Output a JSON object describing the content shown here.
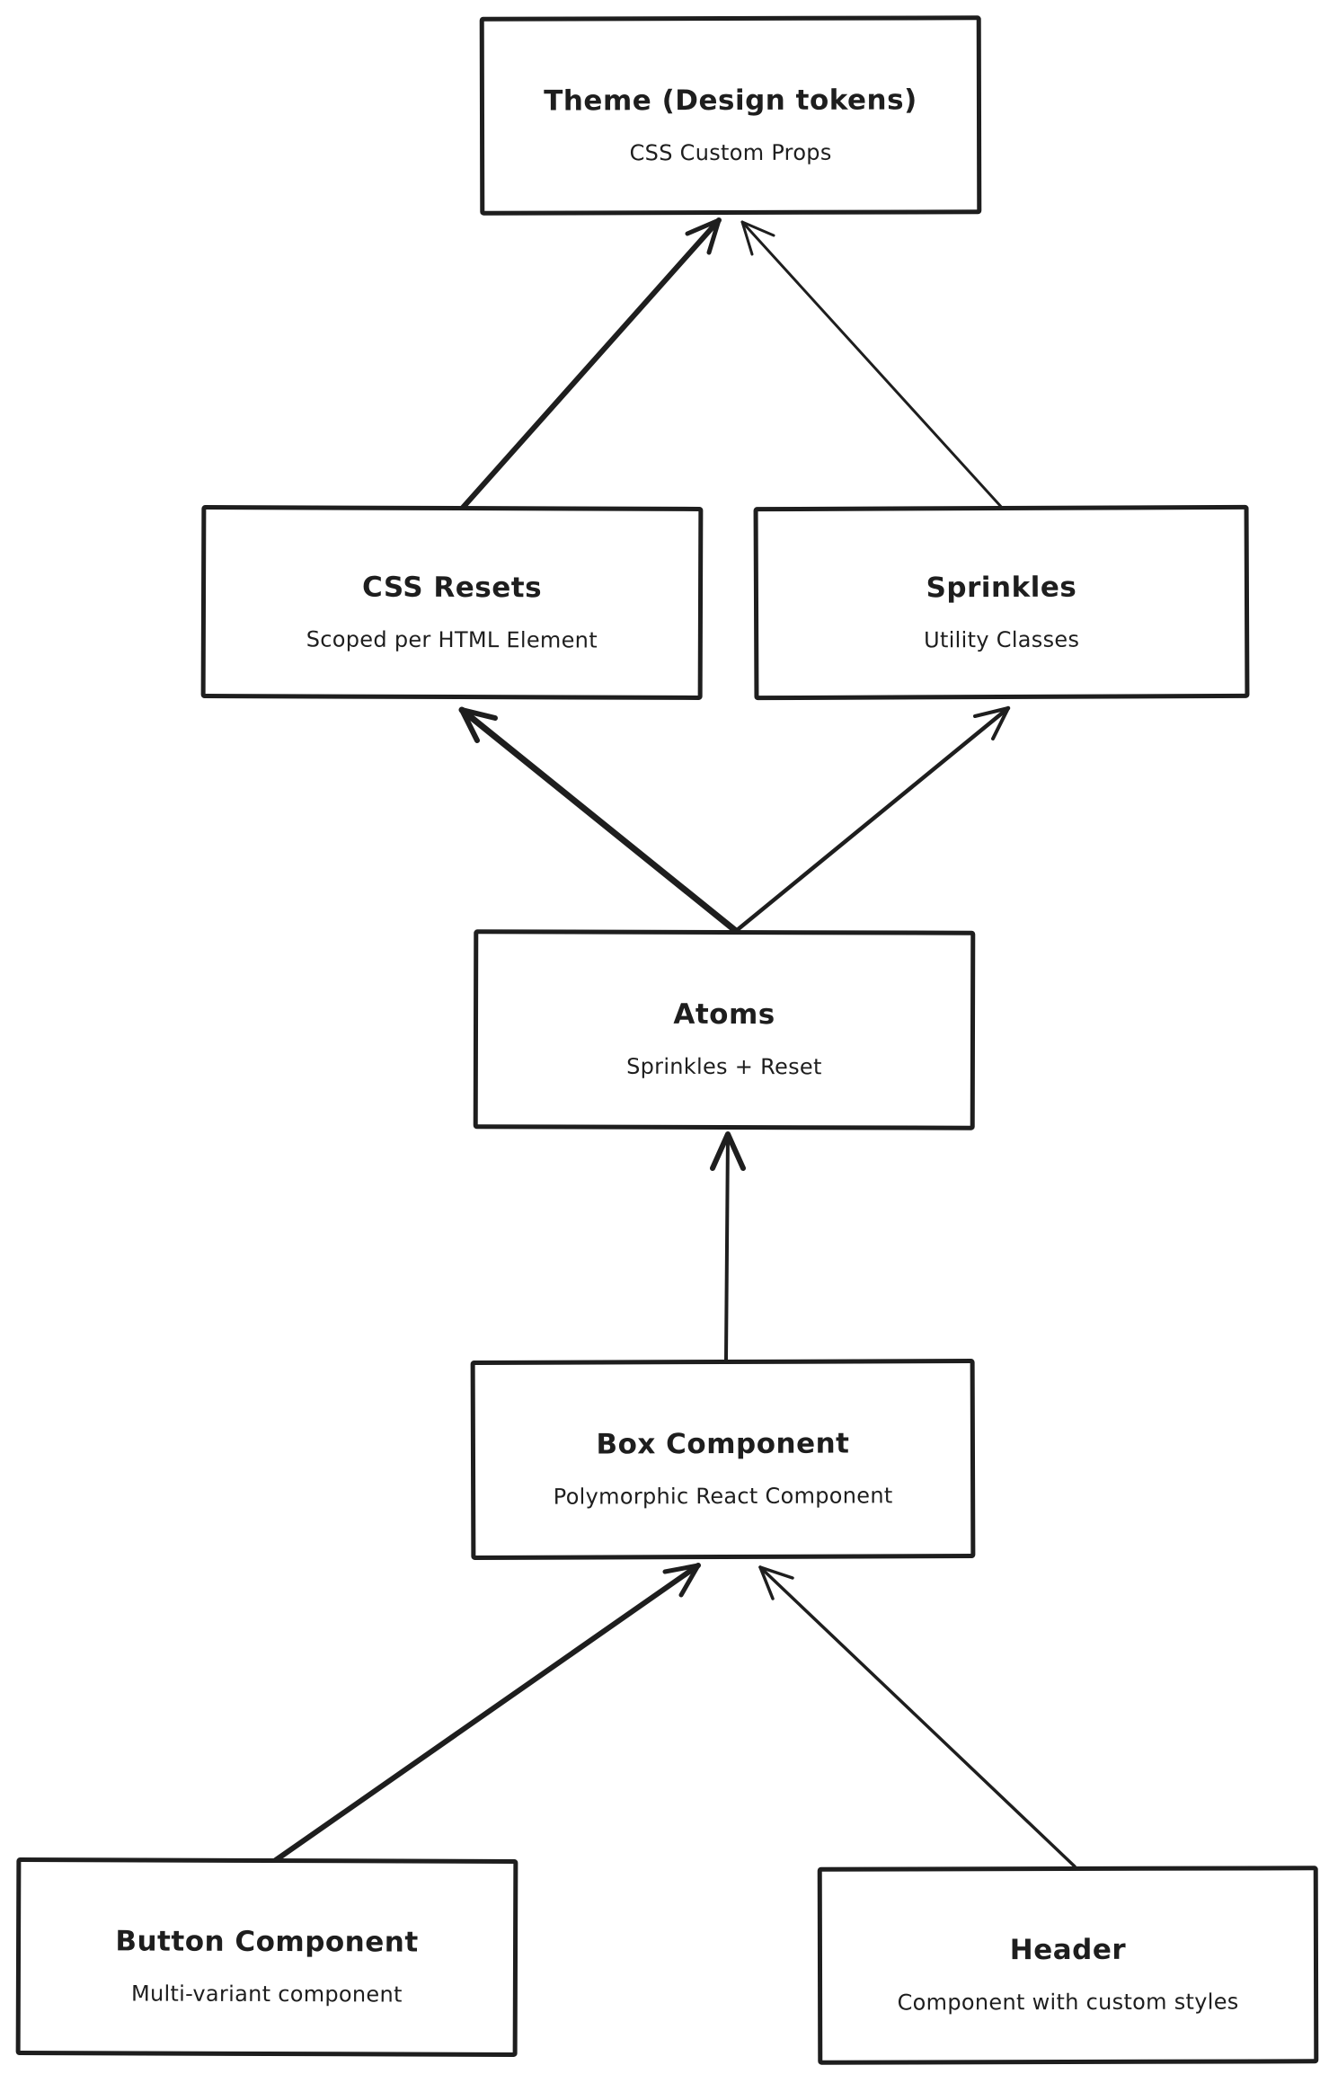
{
  "diagram": {
    "colors": {
      "ink": "#1e1e1e",
      "background": "#ffffff"
    },
    "nodes": {
      "theme": {
        "title": "Theme (Design tokens)",
        "subtitle": "CSS Custom Props"
      },
      "css_resets": {
        "title": "CSS Resets",
        "subtitle": "Scoped per HTML Element"
      },
      "sprinkles": {
        "title": "Sprinkles",
        "subtitle": "Utility Classes"
      },
      "atoms": {
        "title": "Atoms",
        "subtitle": "Sprinkles + Reset"
      },
      "box_component": {
        "title": "Box Component",
        "subtitle": "Polymorphic React Component"
      },
      "button_component": {
        "title": "Button Component",
        "subtitle": "Multi-variant component"
      },
      "header": {
        "title": "Header",
        "subtitle": "Component with custom styles"
      }
    },
    "edges": [
      {
        "from": "css_resets",
        "to": "theme"
      },
      {
        "from": "sprinkles",
        "to": "theme"
      },
      {
        "from": "atoms",
        "to": "css_resets"
      },
      {
        "from": "atoms",
        "to": "sprinkles"
      },
      {
        "from": "box_component",
        "to": "atoms"
      },
      {
        "from": "button_component",
        "to": "box_component"
      },
      {
        "from": "header",
        "to": "box_component"
      }
    ]
  }
}
